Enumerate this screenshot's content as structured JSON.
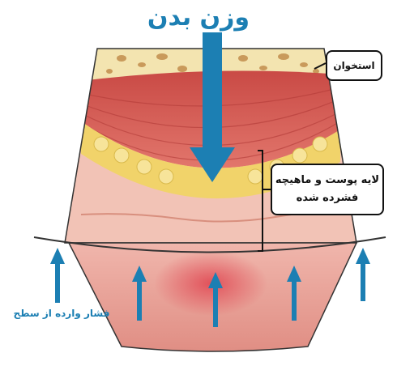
{
  "title": "وزن بدن",
  "labels": {
    "bone": "استخوان",
    "crushed_layer_line1": "لایه پوست و ماهیچه",
    "crushed_layer_line2": "فشرده شده",
    "surface_pressure": "فشار وارده از سطح"
  },
  "colors": {
    "arrow_blue": "#1c7fb3",
    "bone": "#f3e4b0",
    "muscle": "#d9564e",
    "fat": "#f1d36a",
    "skin": "#efb2a8",
    "surface_tissue": "#e9a39a",
    "pressure_spot": "#e0434f"
  },
  "icons": {
    "down_arrow": "down-arrow-icon",
    "up_arrow": "up-arrow-icon"
  }
}
